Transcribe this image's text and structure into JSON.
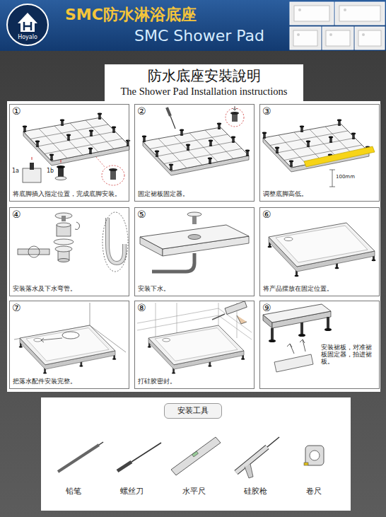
{
  "diagram": {
    "nodes": [
      {
        "text": [
          "SMC防水淋浴底座",
          "SMC Shower Pad"
        ]
      },
      {
        "text": [
          "Hoyalo"
        ],
        "in": 0
      },
      {
        "text": [
          "防水底座安裝說明",
          "The Shower Pad Installation instructions"
        ]
      },
      {
        "text": [
          "①",
          "将底脚插入指定位置，完成底脚安装。"
        ]
      },
      {
        "text": [
          "②",
          "固定裙板固定器。"
        ]
      },
      {
        "text": [
          "③",
          "调整底脚高低。"
        ]
      },
      {
        "text": [
          "④",
          "安装落水及下水弯管。"
        ]
      },
      {
        "text": [
          "⑤",
          "安装下水。"
        ]
      },
      {
        "text": [
          "⑥",
          "将产品摆放在固定位置。"
        ]
      },
      {
        "text": [
          "⑦",
          "把落水配件安装完整。"
        ]
      },
      {
        "text": [
          "⑧",
          "打硅胶密封。"
        ]
      },
      {
        "text": [
          "⑨",
          "安装裙板，对准裙板固定器，拍进裙板。"
        ]
      },
      {
        "text": [
          "安装工具"
        ]
      }
    ],
    "labels": [
      "1a",
      "1b",
      "100mm",
      "铅笔",
      "螺丝刀",
      "水平尺",
      "硅胶枪",
      "卷尺"
    ]
  }
}
